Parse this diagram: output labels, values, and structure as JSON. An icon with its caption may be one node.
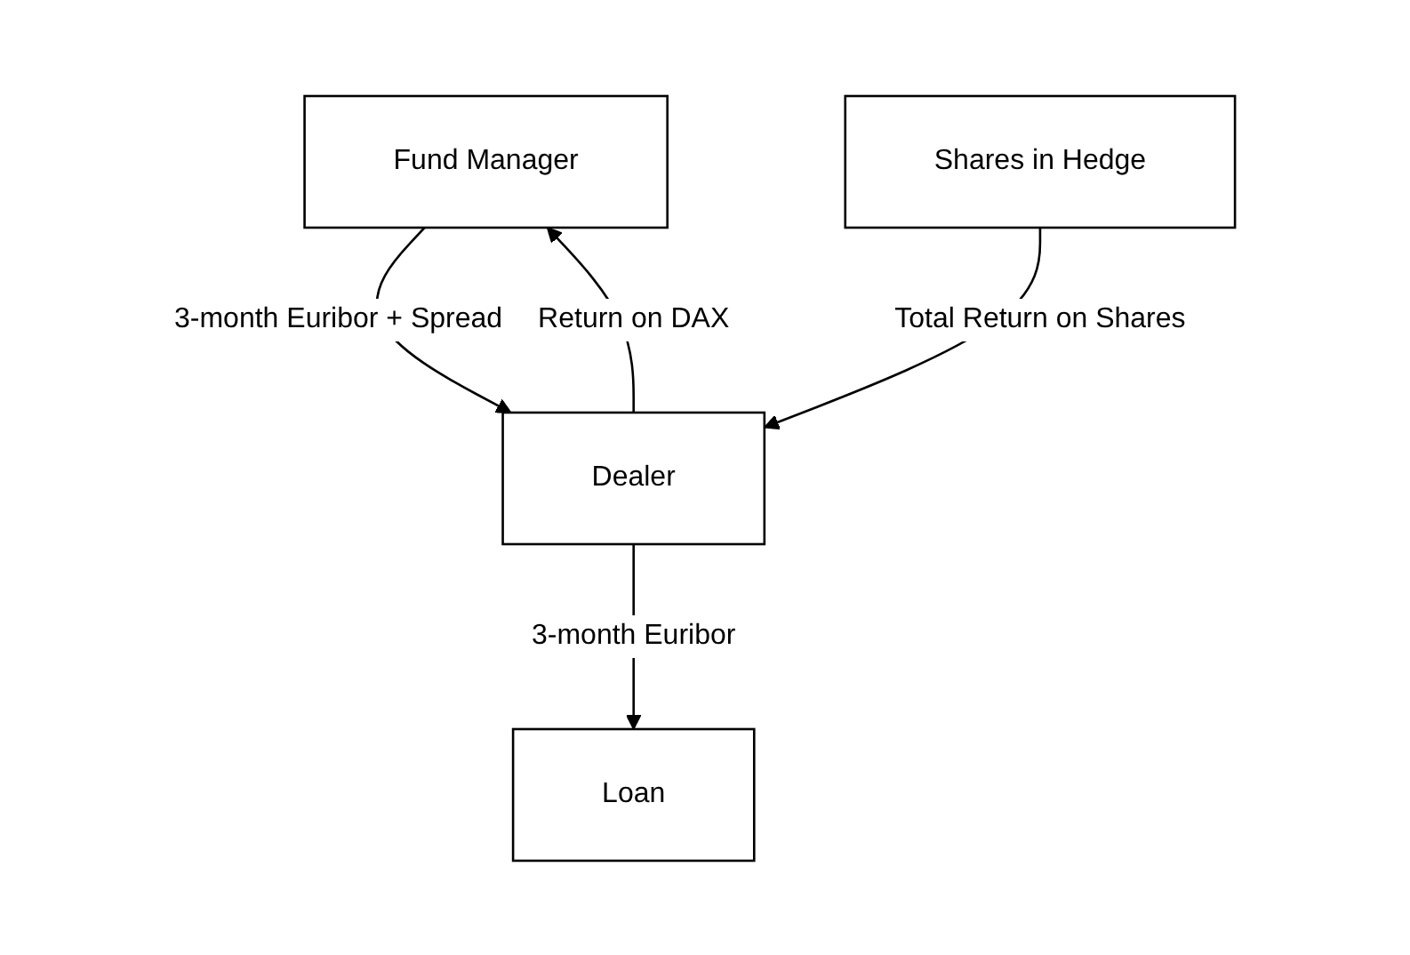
{
  "diagram": {
    "nodes": [
      {
        "text": [
          "Fund Manager"
        ]
      },
      {
        "text": [
          "Dealer"
        ]
      },
      {
        "text": [
          "Loan"
        ]
      },
      {
        "text": [
          "Shares in Hedge"
        ]
      }
    ],
    "edges": [
      {
        "from": 1,
        "to": 0,
        "arrow": "to",
        "label": "Return on DAX"
      },
      {
        "from": 0,
        "to": 1,
        "arrow": "to",
        "label": "3-month Euribor + Spread"
      },
      {
        "from": 1,
        "to": 2,
        "arrow": "to",
        "label": "3-month Euribor"
      },
      {
        "from": 3,
        "to": 1,
        "arrow": "to",
        "label": "Total Return on Shares"
      }
    ]
  }
}
